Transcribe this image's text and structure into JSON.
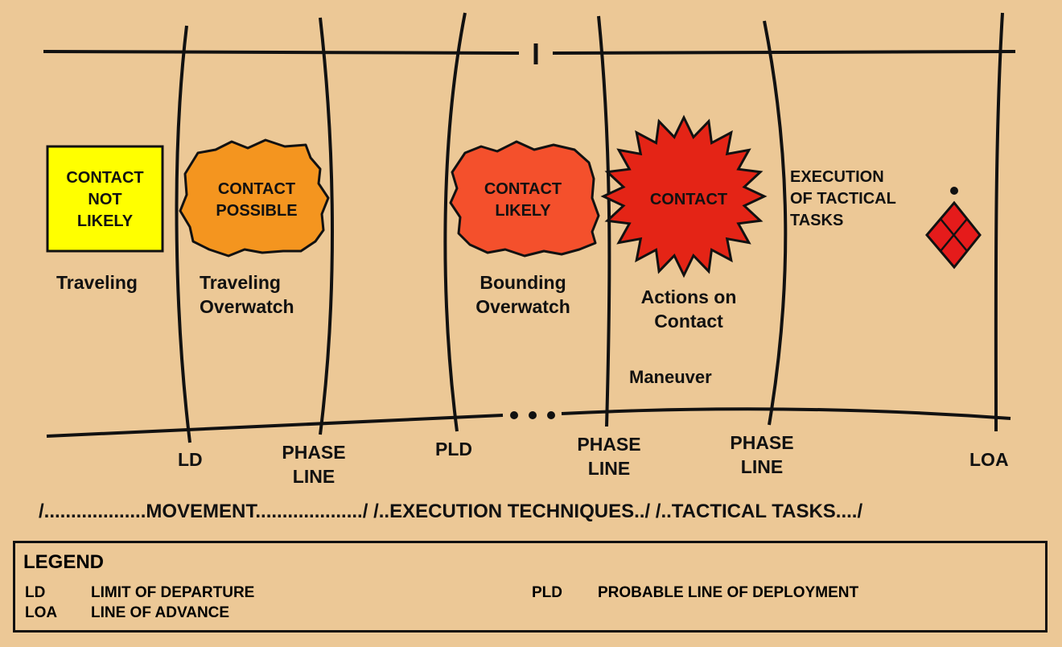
{
  "shapes": {
    "not_likely": [
      "CONTACT",
      "NOT",
      "LIKELY"
    ],
    "possible": [
      "CONTACT",
      "POSSIBLE"
    ],
    "likely": [
      "CONTACT",
      "LIKELY"
    ],
    "contact": [
      "CONTACT"
    ],
    "execution": [
      "EXECUTION",
      "OF TACTICAL",
      "TASKS"
    ]
  },
  "techniques": {
    "traveling": "Traveling",
    "traveling_overwatch": [
      "Traveling",
      "Overwatch"
    ],
    "bounding_overwatch": [
      "Bounding",
      "Overwatch"
    ],
    "actions_on_contact": [
      "Actions on",
      "Contact"
    ],
    "maneuver": "Maneuver"
  },
  "line_labels": {
    "ld": "LD",
    "phase_line_1": [
      "PHASE",
      "LINE"
    ],
    "pld": "PLD",
    "phase_line_2": [
      "PHASE",
      "LINE"
    ],
    "phase_line_3": [
      "PHASE",
      "LINE"
    ],
    "loa": "LOA"
  },
  "phase_bar": {
    "movement": "/...................MOVEMENT..................../",
    "execution_techniques": "/..EXECUTION TECHNIQUES../",
    "tactical_tasks": "/..TACTICAL TASKS..../"
  },
  "legend": {
    "title": "LEGEND",
    "items": [
      {
        "abbr": "LD",
        "text": "LIMIT OF DEPARTURE"
      },
      {
        "abbr": "LOA",
        "text": "LINE OF ADVANCE"
      },
      {
        "abbr": "PLD",
        "text": "PROBABLE LINE OF DEPLOYMENT"
      }
    ]
  },
  "colors": {
    "background": "#ECC896",
    "contact_not_likely": "#FFFF00",
    "contact_possible": "#F4951F",
    "contact_likely": "#F4502C",
    "contact": "#E42416",
    "objective": "#E51B1B"
  }
}
